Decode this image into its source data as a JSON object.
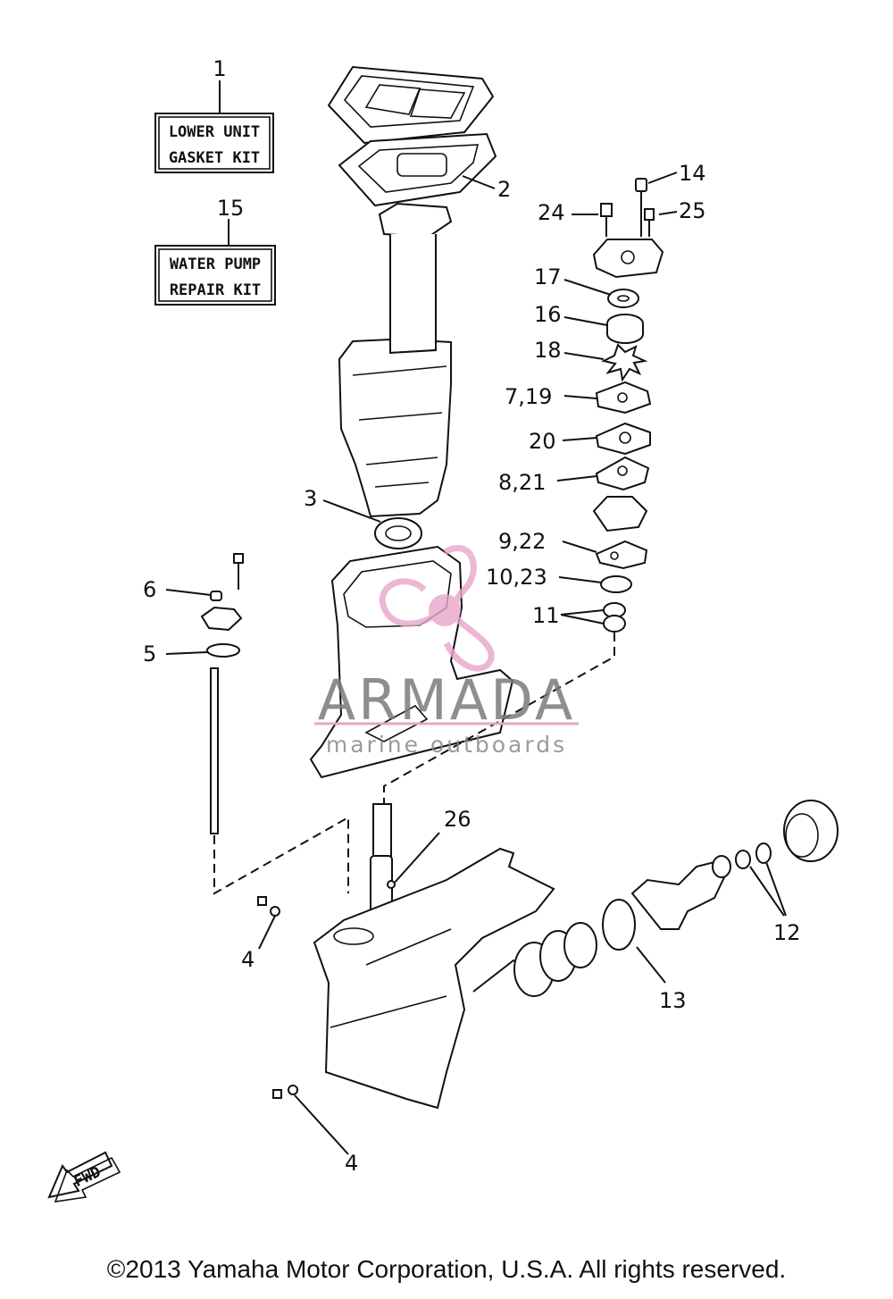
{
  "kits": {
    "gasket": {
      "number": "1",
      "line1": "LOWER UNIT",
      "line2": "GASKET KIT"
    },
    "water_pump": {
      "number": "15",
      "line1": "WATER PUMP",
      "line2": "REPAIR KIT"
    }
  },
  "callouts": {
    "c2": "2",
    "c3": "3",
    "c4a": "4",
    "c4b": "4",
    "c5": "5",
    "c6": "6",
    "c7_19": "7,19",
    "c8_21": "8,21",
    "c9_22": "9,22",
    "c10_23": "10,23",
    "c11": "11",
    "c12": "12",
    "c13": "13",
    "c14": "14",
    "c16": "16",
    "c17": "17",
    "c18": "18",
    "c20": "20",
    "c24": "24",
    "c25": "25",
    "c26": "26"
  },
  "watermark": {
    "brand": "ARMADA",
    "tagline": "marine outboards",
    "logo_color": "#e8a6c8"
  },
  "fwd_label": "FWD",
  "copyright": "©2013 Yamaha Motor Corporation, U.S.A. All rights reserved."
}
